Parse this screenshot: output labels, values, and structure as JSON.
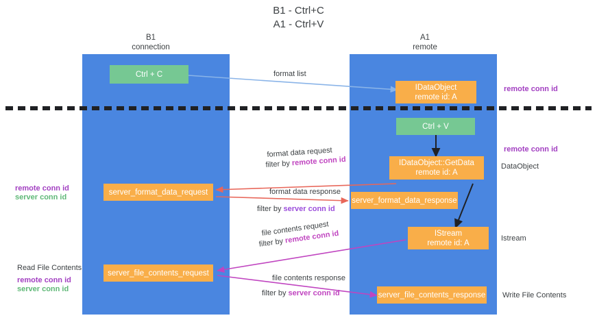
{
  "title": {
    "line1": "B1 - Ctrl+C",
    "line2": "A1 - Ctrl+V"
  },
  "columns": [
    {
      "name": "B1",
      "sub": "connection"
    },
    {
      "name": "A1",
      "sub": "remote"
    }
  ],
  "colors": {
    "lane": "#4a86e0",
    "green_box": "#76c893",
    "orange_box": "#f9ae49",
    "purple_text": "#a23fc1",
    "green_text": "#5fb877",
    "red_arrow": "#e8675a",
    "magenta_arrow": "#c045c0",
    "blue_arrow": "#8ab4e8",
    "black_arrow": "#202124",
    "divider": "#202124"
  },
  "nodes": {
    "ctrl_c": {
      "label": "Ctrl + C"
    },
    "ctrl_v": {
      "label": "Ctrl + V"
    },
    "idataobject": {
      "line1": "IDataObject",
      "line2": "remote id: A"
    },
    "getdata": {
      "line1": "IDataObject::GetData",
      "line2": "remote id: A"
    },
    "istream": {
      "line1": "IStream",
      "line2": "remote id: A"
    },
    "server_format_data_request": {
      "label": "server_format_data_request"
    },
    "server_format_data_response": {
      "label": "server_format_data_response"
    },
    "server_file_contents_request": {
      "label": "server_file_contents_request"
    },
    "server_file_contents_response": {
      "label": "server_file_contents_response"
    }
  },
  "edge_labels": {
    "format_list": "format list",
    "format_data_request": "format data request",
    "format_data_request_filter_prefix": "filter by ",
    "format_data_request_filter_key": "remote conn id",
    "format_data_response": "format data response",
    "format_data_response_filter_prefix": "filter by ",
    "format_data_response_filter_key": "server conn id",
    "file_contents_request": "file contents request",
    "file_contents_request_filter_prefix": "filter by ",
    "file_contents_request_filter_key": "remote conn id",
    "file_contents_response": "file contents response",
    "file_contents_response_filter_prefix": "filter by ",
    "file_contents_response_filter_key": "server conn id"
  },
  "annotations": {
    "right_remote_conn_id_top": "remote conn id",
    "right_remote_conn_id_mid": "remote conn id",
    "right_dataobject": "DataObject",
    "right_istream": "Istream",
    "right_write_file_contents": "Write File Contents",
    "left_remote_conn_id_mid": "remote conn id",
    "left_server_conn_id_mid": "server conn id",
    "left_read_file_contents": "Read File Contents",
    "left_remote_conn_id_bottom": "remote conn id",
    "left_server_conn_id_bottom": "server conn id"
  }
}
